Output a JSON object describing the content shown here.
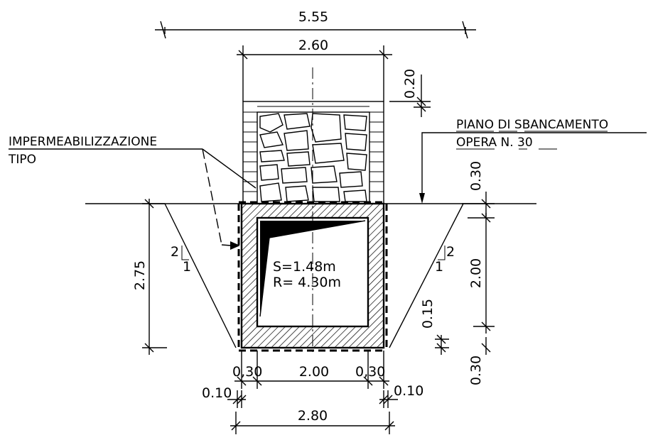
{
  "dimensions": {
    "top_overall": "5.55",
    "top_wall": "2.60",
    "cap_thickness": "0.20",
    "fill_height": "0.30",
    "total_depth": "2.75",
    "inner_height": "2.00",
    "chamfer": "0.15",
    "bottom_slab": "0.30",
    "left_wall": "0,30",
    "inner_width": "2.00",
    "right_wall": "0,30",
    "left_offset": "0.10",
    "right_offset": "0.10",
    "base_width": "2.80"
  },
  "slopes": {
    "left_num": "2",
    "left_den": "1",
    "right_num": "2",
    "right_den": "1"
  },
  "section": {
    "area": "S=1.48m",
    "radius": "R= 4.30m"
  },
  "labels": {
    "waterproofing_line1": "IMPERMEABILIZZAZIONE",
    "waterproofing_line2": "TIPO",
    "excavation_line1": "PIANO DI SBANCAMENTO",
    "excavation_line2": "OPERA N. 30"
  }
}
